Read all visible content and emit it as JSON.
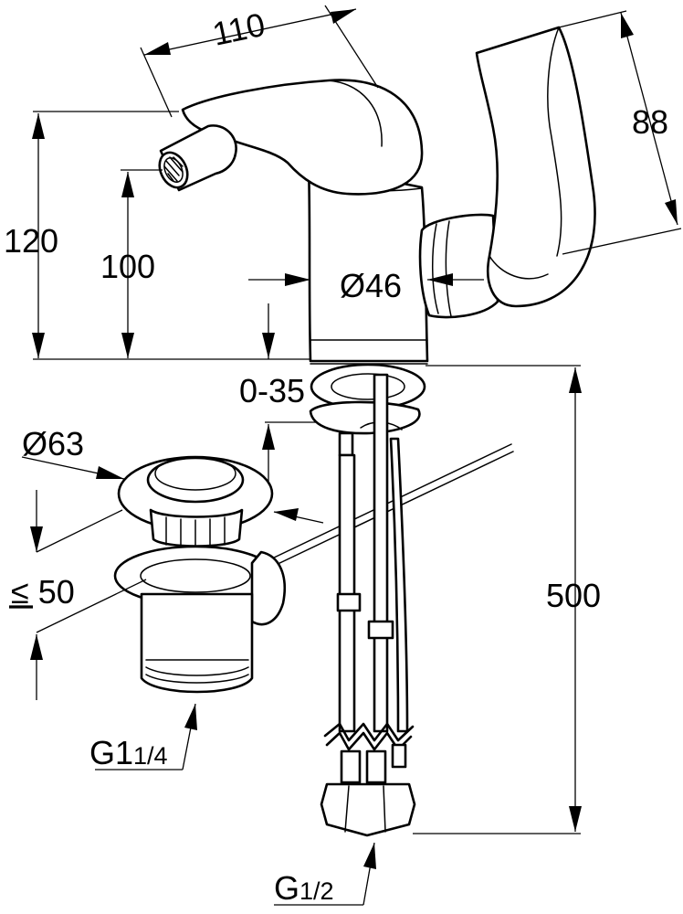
{
  "dimensions": {
    "spout_reach": "110",
    "lever_height": "88",
    "total_height": "120",
    "spout_height": "100",
    "body_diameter": "Ø46",
    "deck_thickness": "0-35",
    "waste_diameter": "Ø63",
    "waste_length_prefix": "l",
    "waste_length_value": "≤ 50",
    "hose_length": "500",
    "waste_thread_main": "G1",
    "waste_thread_frac": "1/4",
    "supply_thread_main": "G",
    "supply_thread_frac": "1/2"
  },
  "colors": {
    "line": "#000000",
    "background": "#ffffff"
  }
}
